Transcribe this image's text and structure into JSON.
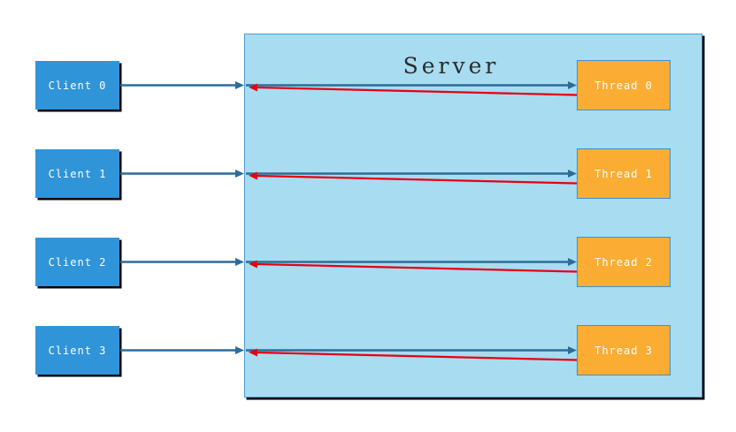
{
  "diagram": {
    "server": {
      "title": "Server"
    },
    "clients": [
      {
        "label": "Client 0"
      },
      {
        "label": "Client 1"
      },
      {
        "label": "Client 2"
      },
      {
        "label": "Client 3"
      }
    ],
    "threads": [
      {
        "label": "Thread 0"
      },
      {
        "label": "Thread 1"
      },
      {
        "label": "Thread 2"
      },
      {
        "label": "Thread 3"
      }
    ],
    "connections": [
      {
        "from": "Client 0",
        "to": "Thread 0",
        "request_arrow": "blue",
        "response_arrow": "red"
      },
      {
        "from": "Client 1",
        "to": "Thread 1",
        "request_arrow": "blue",
        "response_arrow": "red"
      },
      {
        "from": "Client 2",
        "to": "Thread 2",
        "request_arrow": "blue",
        "response_arrow": "red"
      },
      {
        "from": "Client 3",
        "to": "Thread 3",
        "request_arrow": "blue",
        "response_arrow": "red"
      }
    ],
    "colors": {
      "client_fill": "#3094D9",
      "thread_fill": "#FBAD33",
      "thread_border": "#4090C8",
      "server_fill": "#A8DCF0",
      "server_border": "#4E9CD1",
      "request_arrow_blue": "#2B6C9B",
      "response_arrow_red": "#E60012",
      "box_shadow": "#000000",
      "label_text": "#FFFFFF",
      "title_text": "#2B2B2B"
    }
  }
}
